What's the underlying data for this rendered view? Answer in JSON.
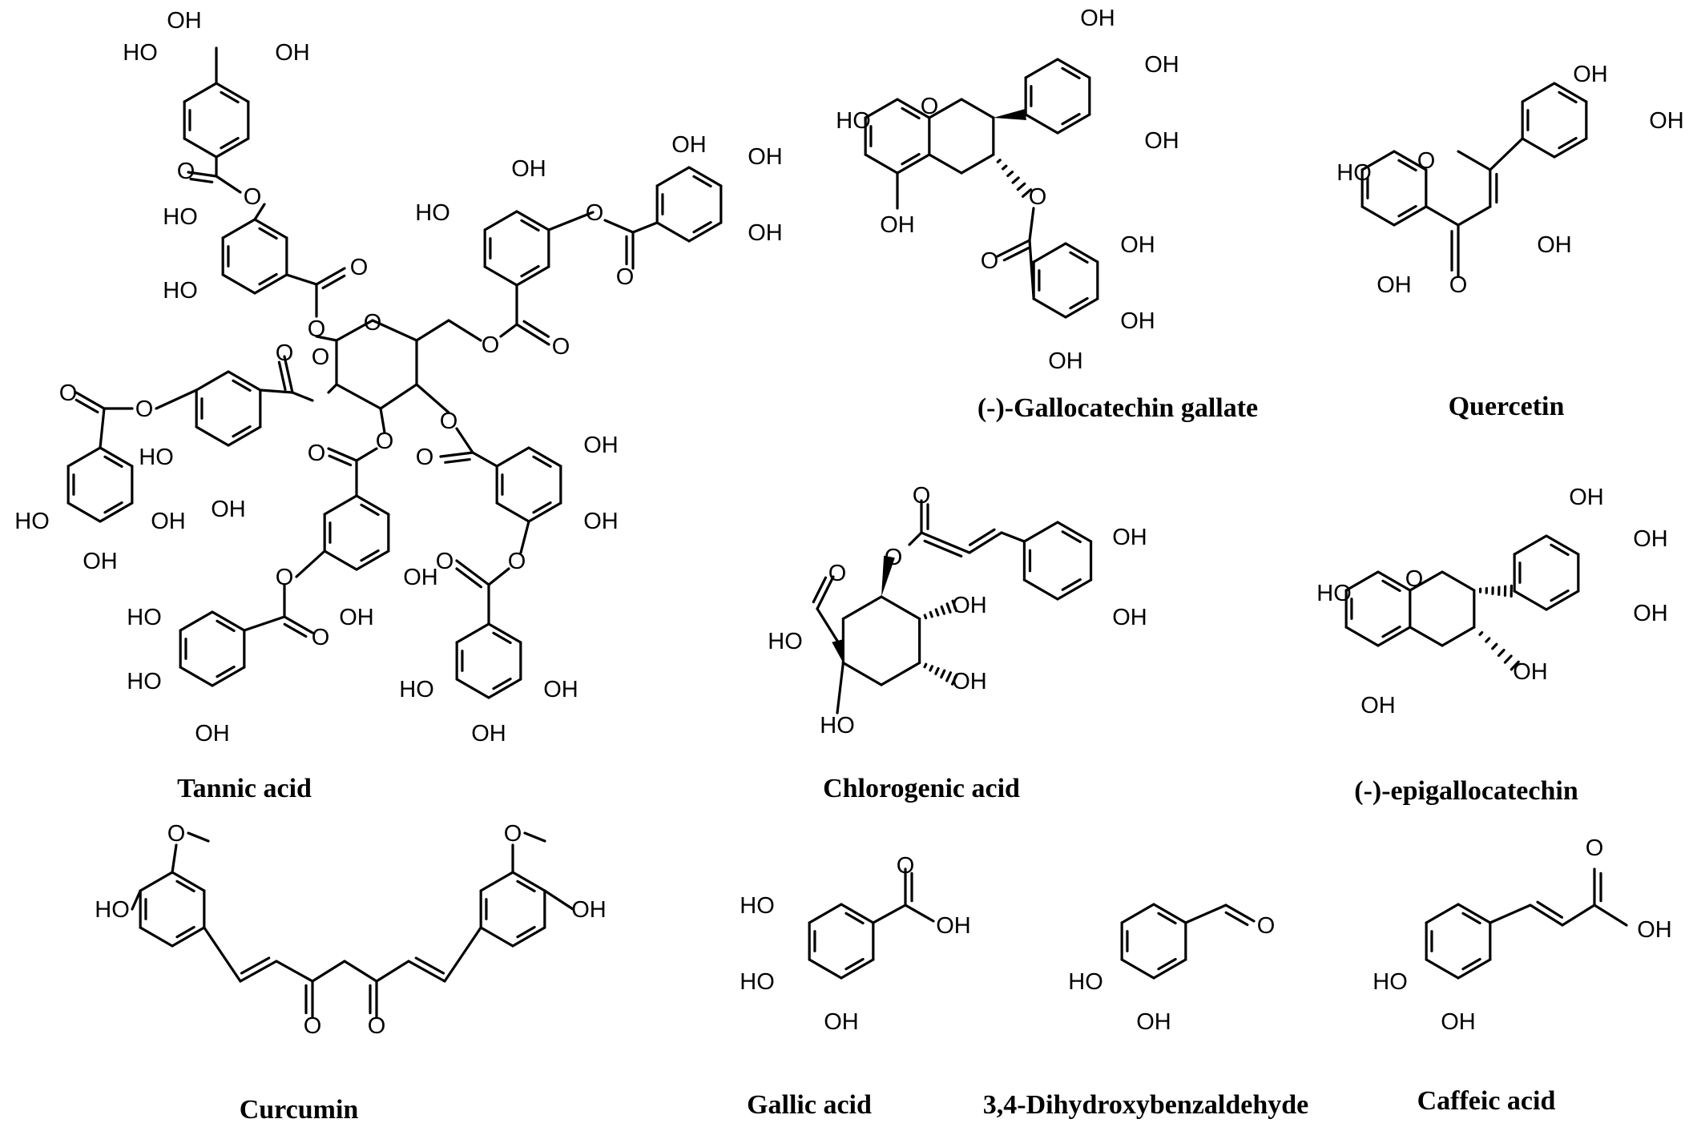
{
  "compounds": [
    {
      "id": "tannic",
      "name": "Tannic acid"
    },
    {
      "id": "ggc",
      "name": "(-)-Gallocatechin gallate"
    },
    {
      "id": "quercetin",
      "name": "Quercetin"
    },
    {
      "id": "chlorogenic",
      "name": "Chlorogenic acid"
    },
    {
      "id": "egc",
      "name": "(-)-epigallocatechin"
    },
    {
      "id": "curcumin",
      "name": "Curcumin"
    },
    {
      "id": "gallic",
      "name": "Gallic acid"
    },
    {
      "id": "dhba",
      "name": "3,4-Dihydroxybenzaldehyde"
    },
    {
      "id": "caffeic",
      "name": "Caffeic acid"
    }
  ],
  "atom_labels": {
    "oh": "OH",
    "ho": "HO",
    "o": "O"
  }
}
